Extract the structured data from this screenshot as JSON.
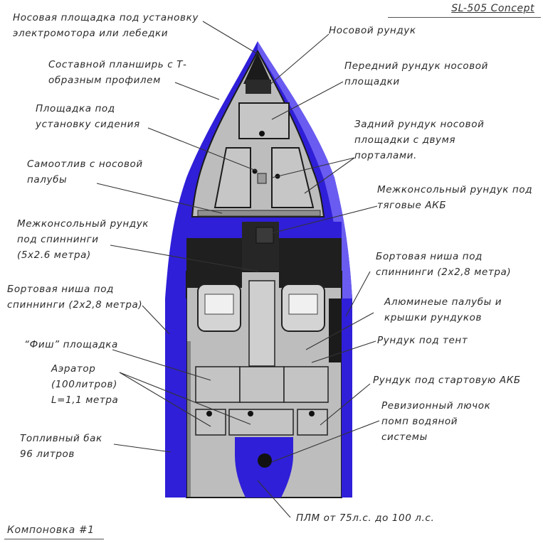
{
  "title": "SL-505 Concept",
  "layout_label": "Компоновка #1",
  "colors": {
    "hull": "#2f1fd8",
    "hull_light": "#6a5cf0",
    "deck": "#b9b9b9",
    "dark": "#1b1b1b"
  },
  "labels": {
    "l1a": "Носовая площадка под установку",
    "l1b": "электромотора или лебедки",
    "l2a": "Составной планширь с Т-",
    "l2b": "образным профилем",
    "l3a": "Площадка под",
    "l3b": "установку сидения",
    "l4a": "Самоотлив с носовой",
    "l4b": "палубы",
    "l5a": "Межконсольный рундук",
    "l5b": "под спиннинги",
    "l5c": "(5х2.6 метра)",
    "l6a": "Бортовая ниша под",
    "l6b": "спиннинги (2х2,8 метра)",
    "l7": "“Фиш” площадка",
    "l8a": "Аэратор",
    "l8b": "(100литров)",
    "l8c": "L=1,1 метра",
    "l9a": "Топливный бак",
    "l9b": "96 литров",
    "r1": "Носовой рундук",
    "r2a": "Передний рундук носовой",
    "r2b": "площадки",
    "r3a": "Задний рундук носовой",
    "r3b": "площадки с двумя",
    "r3c": "порталами.",
    "r4a": "Межконсольный рундук под",
    "r4b": "тяговые АКБ",
    "r5a": "Бортовая ниша под",
    "r5b": "спиннинги (2х2,8 метра)",
    "r6a": "Алюминеые палубы и",
    "r6b": "крышки рундуков",
    "r7": "Рундук под тент",
    "r8": "Рундук под стартовую АКБ",
    "r9a": "Ревизионный лючок",
    "r9b": "помп водяной",
    "r9c": "системы",
    "b1": "ПЛМ от 75л.с. до 100 л.с."
  }
}
